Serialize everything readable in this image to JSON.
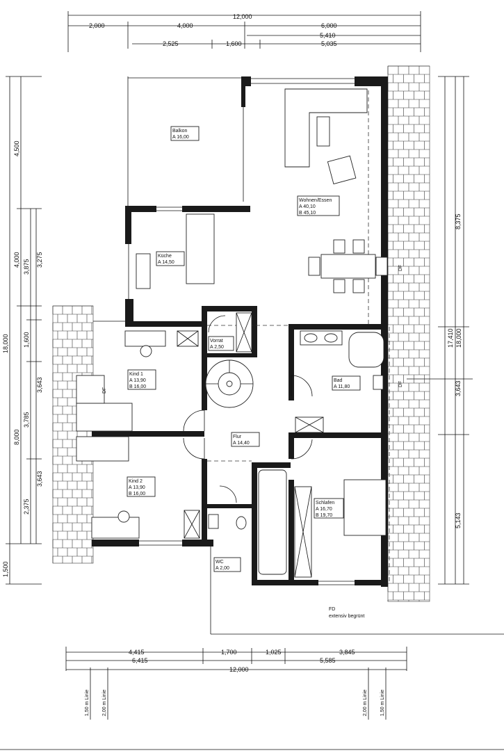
{
  "dimensions": {
    "top_total": "12,000",
    "top_row2": [
      "2,000",
      "4,000",
      "6,000"
    ],
    "top_row3": "5,410",
    "top_row4": [
      "2,525",
      "1,600",
      "5,035"
    ],
    "bottom_row1": [
      "4,415",
      "1,700",
      "1,025",
      "3,845"
    ],
    "bottom_row2": [
      "6,415",
      "5,585"
    ],
    "bottom_total": "12,000",
    "left_outer": [
      "18,000",
      "1,500"
    ],
    "left_col2": [
      "4,500",
      "4,000",
      "8,000"
    ],
    "left_col3": [
      "3,875",
      "1,600",
      "3,785",
      "2,375"
    ],
    "left_col4": [
      "3,275",
      "3,643",
      "3,643"
    ],
    "right_outer": [
      "8,375",
      "17,410",
      "18,000"
    ],
    "right_inner": [
      "3,643",
      "5,143"
    ]
  },
  "rooms": {
    "balkon": {
      "name": "Balkon",
      "a": "A  16,00"
    },
    "wohnen": {
      "name": "Wohnen/Essen",
      "a": "A  40,10",
      "b": "B  45,10"
    },
    "kueche": {
      "name": "Küche",
      "a": "A  14,50"
    },
    "vorrat": {
      "name": "Vorrat",
      "a": "A  2,50"
    },
    "kind1": {
      "name": "Kind 1",
      "a": "A  13,90",
      "b": "B  16,00"
    },
    "bad": {
      "name": "Bad",
      "a": "A  11,80"
    },
    "flur": {
      "name": "Flur",
      "a": "A  14,40"
    },
    "kind2": {
      "name": "Kind 2",
      "a": "A  13,90",
      "b": "B  16,00"
    },
    "schlafen": {
      "name": "Schlafen",
      "a": "A  16,70",
      "b": "B  19,70"
    },
    "wc": {
      "name": "WC",
      "a": "A  2,00"
    }
  },
  "labels": {
    "df": "DF",
    "fd_line1": "FD",
    "fd_line2": "extensiv begrünt",
    "line_150": "1,50 m Linie",
    "line_200": "2,00 m Linie"
  }
}
